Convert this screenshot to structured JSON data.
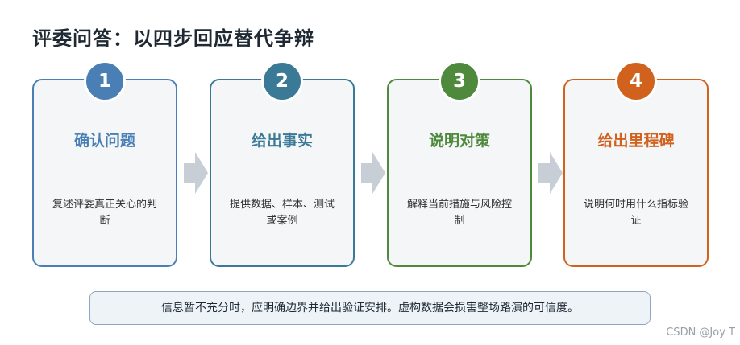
{
  "title": "评委问答：以四步回应替代争辩",
  "steps": [
    {
      "number": "1",
      "title": "确认问题",
      "description": "复述评委真正关心的判断",
      "color": "#4a7fb5"
    },
    {
      "number": "2",
      "title": "给出事实",
      "description": "提供数据、样本、测试或案例",
      "color": "#3a7a96"
    },
    {
      "number": "3",
      "title": "说明对策",
      "description": "解释当前措施与风险控制",
      "color": "#4f8a3c"
    },
    {
      "number": "4",
      "title": "给出里程碑",
      "description": "说明何时用什么指标验证",
      "color": "#d0621e"
    }
  ],
  "note": "信息暂不充分时，应明确边界并给出验证安排。虚构数据会损害整场路演的可信度。",
  "watermark": "CSDN @Joy T",
  "arrow_color": "#c8ced6"
}
